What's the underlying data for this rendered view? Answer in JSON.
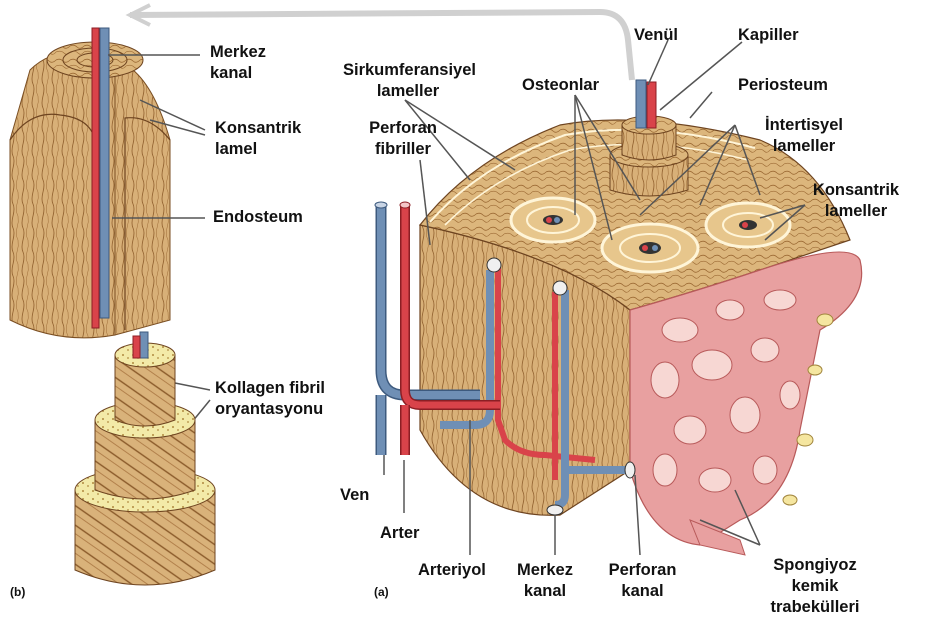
{
  "panels": {
    "a": "(a)",
    "b": "(b)"
  },
  "labels": {
    "merkez_kanal_b": [
      "Merkez",
      "kanal"
    ],
    "konsantrik_lamel": [
      "Konsantrik",
      "lamel"
    ],
    "endosteum": "Endosteum",
    "kollagen": [
      "Kollagen fibril",
      "oryantasyonu"
    ],
    "venul": "Venül",
    "kapiller": "Kapiller",
    "periosteum": "Periosteum",
    "sirkumferansiyel": [
      "Sirkumferansiyel",
      "lameller"
    ],
    "osteonlar": "Osteonlar",
    "intertisyel": [
      "İntertisyel",
      "lameller"
    ],
    "perforan_fibriller": [
      "Perforan",
      "fibriller"
    ],
    "konsantrik_lameller": [
      "Konsantrik",
      "lameller"
    ],
    "ven": "Ven",
    "arter": "Arter",
    "arteriyol": "Arteriyol",
    "merkez_kanal_a": [
      "Merkez",
      "kanal"
    ],
    "perforan_kanal": [
      "Perforan",
      "kanal"
    ],
    "spongiyoz": [
      "Spongiyoz",
      "kemik",
      "trabekülleri"
    ]
  },
  "colors": {
    "bone": "#d9b47a",
    "bone_dark": "#b8884a",
    "lamella_line": "#8a5a2a",
    "vein": "#6f8fb5",
    "artery": "#d9434a",
    "spongy": "#e8a0a0",
    "spongy_dark": "#c76a6a"
  }
}
